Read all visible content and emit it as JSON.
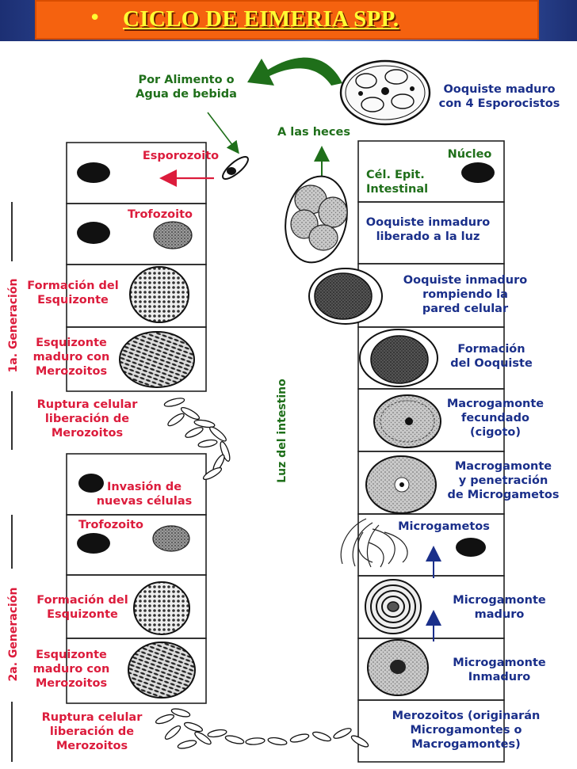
{
  "title": {
    "bullet": "•",
    "text": "CICLO DE EIMERIA SPP."
  },
  "colors": {
    "red": "#dc1c3c",
    "blue": "#1a2f8a",
    "green": "#1f6f1a",
    "title_bg": "#f5620f",
    "title_text": "#ffff33"
  },
  "labels": {
    "por_alimento": "Por Alimento o",
    "agua": "Agua de bebida",
    "ooquiste_maduro_1": "Ooquiste maduro",
    "ooquiste_maduro_2": "con 4 Esporocistos",
    "a_las_heces": "A las heces",
    "esporozoito": "Esporozoito",
    "nucleo": "Núcleo",
    "cel_epit_1": "Cél. Epit.",
    "cel_epit_2": "Intestinal",
    "trofozoito_1": "Trofozoito",
    "ooq_inmaduro_luz_1": "Ooquiste inmaduro",
    "ooq_inmaduro_luz_2": "liberado a la luz",
    "formacion_esq_1a_1": "Formación del",
    "formacion_esq_1a_2": "Esquizonte",
    "ooq_rompiendo_1": "Ooquiste inmaduro",
    "ooq_rompiendo_2": "rompiendo la",
    "ooq_rompiendo_3": "pared celular",
    "esq_maduro_1a_1": "Esquizonte",
    "esq_maduro_1a_2": "maduro con",
    "esq_maduro_1a_3": "Merozoitos",
    "formacion_ooq_1": "Formación",
    "formacion_ooq_2": "del Ooquiste",
    "ruptura_1a_1": "Ruptura celular",
    "ruptura_1a_2": "liberación de",
    "ruptura_1a_3": "Merozoitos",
    "macro_fec_1": "Macrogamonte",
    "macro_fec_2": "fecundado",
    "macro_fec_3": "(cigoto)",
    "invasion_1": "Invasión de",
    "invasion_2": "nuevas células",
    "macro_pen_1": "Macrogamonte",
    "macro_pen_2": "y penetración",
    "macro_pen_3": "de Microgametos",
    "trofozoito_2": "Trofozoito",
    "microgametos": "Microgametos",
    "formacion_esq_2a_1": "Formación del",
    "formacion_esq_2a_2": "Esquizonte",
    "microgam_maduro_1": "Microgamonte",
    "microgam_maduro_2": "maduro",
    "esq_maduro_2a_1": "Esquizonte",
    "esq_maduro_2a_2": "maduro con",
    "esq_maduro_2a_3": "Merozoitos",
    "microgam_inmaduro_1": "Microgamonte",
    "microgam_inmaduro_2": "Inmaduro",
    "ruptura_2a_1": "Ruptura celular",
    "ruptura_2a_2": "liberación de",
    "ruptura_2a_3": "Merozoitos",
    "merozoitos_orig_1": "Merozoitos (originarán",
    "merozoitos_orig_2": "Microgamontes o",
    "merozoitos_orig_3": "Macrogamontes)",
    "gen_1a": "1a. Generación",
    "gen_2a": "2a. Generación",
    "luz_intestino": "Luz del intestino"
  }
}
